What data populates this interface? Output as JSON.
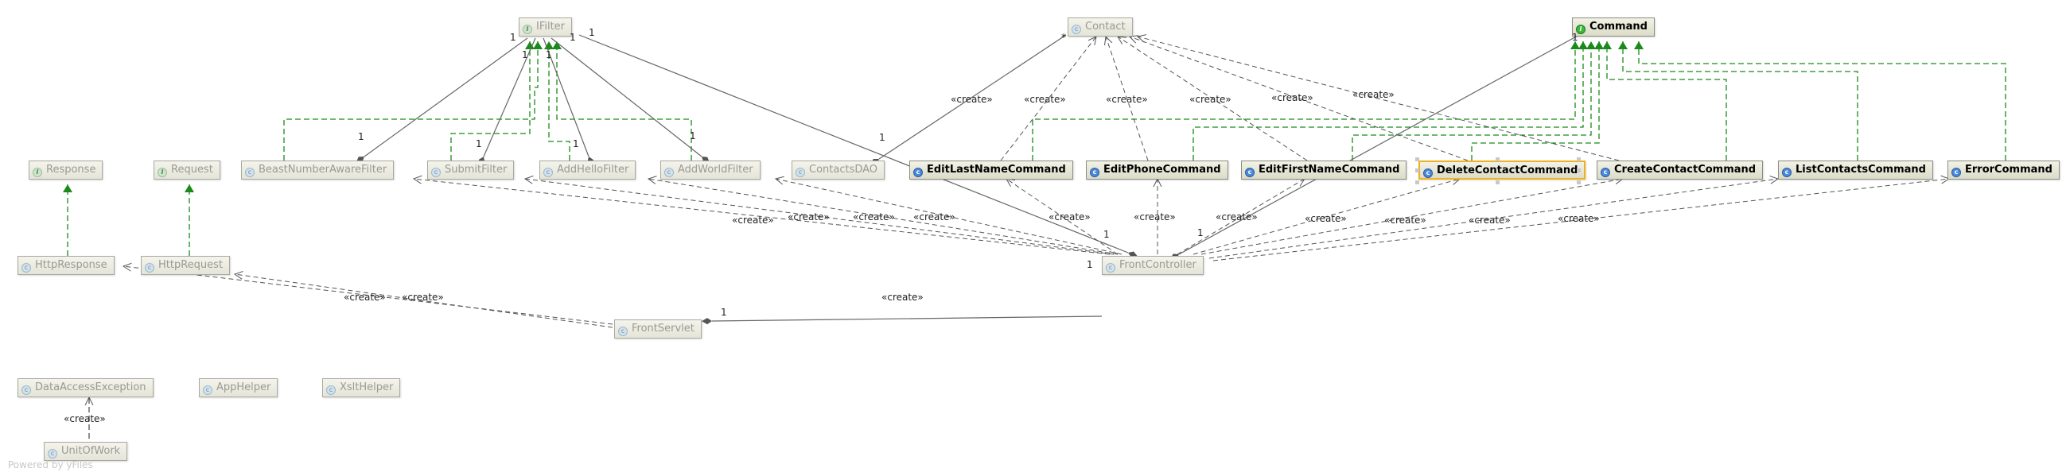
{
  "nodes": {
    "ifilter": "IFilter",
    "contact": "Contact",
    "command": "Command",
    "response": "Response",
    "request": "Request",
    "beast": "BeastNumberAwareFilter",
    "submit": "SubmitFilter",
    "addhello": "AddHelloFilter",
    "addworld": "AddWorldFilter",
    "dao": "ContactsDAO",
    "editlast": "EditLastNameCommand",
    "editphone": "EditPhoneCommand",
    "editfirst": "EditFirstNameCommand",
    "delete": "DeleteContactCommand",
    "create": "CreateContactCommand",
    "list": "ListContactsCommand",
    "error": "ErrorCommand",
    "httpresponse": "HttpResponse",
    "httprequest": "HttpRequest",
    "frontcontroller": "FrontController",
    "frontservlet": "FrontServlet",
    "dae": "DataAccessException",
    "apphelper": "AppHelper",
    "xslthelper": "XsltHelper",
    "uow": "UnitOfWork"
  },
  "icon_glyphs": {
    "class": "c",
    "interface": "I"
  },
  "labels": {
    "create": "«create»",
    "one": "1",
    "many": "*"
  },
  "footer": "Powered by yFiles",
  "colors": {
    "inheritance": "#1a8a1a",
    "dependency": "#555555",
    "selection": "#f0b020"
  }
}
